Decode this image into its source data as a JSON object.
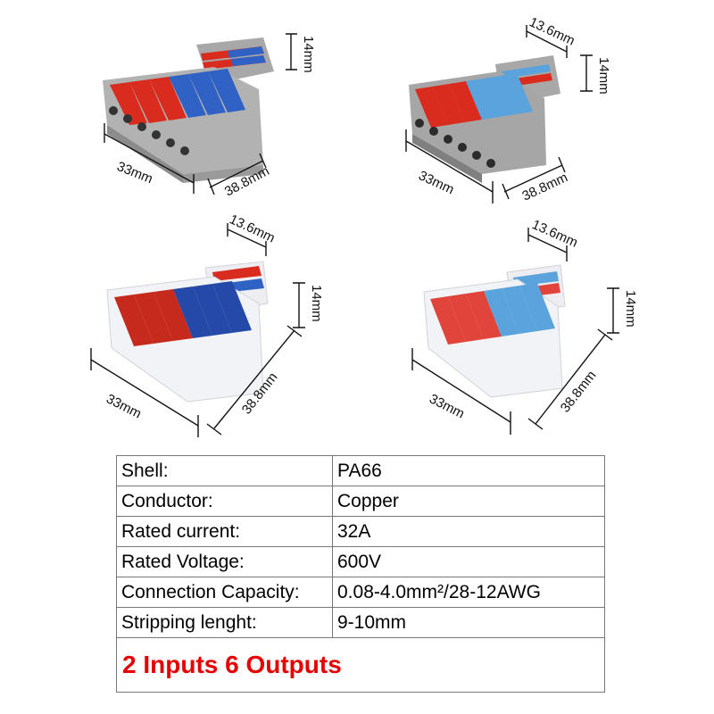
{
  "products": [
    {
      "variant": "gray",
      "dims": {
        "width": "33mm",
        "depth": "38.8mm",
        "height": "14mm",
        "input": ""
      }
    },
    {
      "variant": "gray",
      "dims": {
        "width": "33mm",
        "depth": "38.8mm",
        "height": "14mm",
        "input": "13.6mm"
      }
    },
    {
      "variant": "clear",
      "dims": {
        "width": "33mm",
        "depth": "38.8mm",
        "height": "14mm",
        "input": "13.6mm"
      }
    },
    {
      "variant": "clear",
      "dims": {
        "width": "33mm",
        "depth": "38.8mm",
        "height": "14mm",
        "input": "13.6mm"
      }
    }
  ],
  "colors": {
    "red": "#d92b1e",
    "blue": "#2f62c4",
    "lightblue": "#5aa3dc",
    "gray": "#9c9c9c",
    "note": "#e60000"
  },
  "specs": [
    {
      "label": "Shell:",
      "value": "PA66"
    },
    {
      "label": "Conductor:",
      "value": "Copper"
    },
    {
      "label": "Rated current:",
      "value": "32A"
    },
    {
      "label": "Rated Voltage:",
      "value": "600V"
    },
    {
      "label": "Connection Capacity:",
      "value": "0.08-4.0mm²/28-12AWG"
    },
    {
      "label": "Stripping lenght:",
      "value": "9-10mm"
    }
  ],
  "note": "2 Inputs 6 Outputs"
}
